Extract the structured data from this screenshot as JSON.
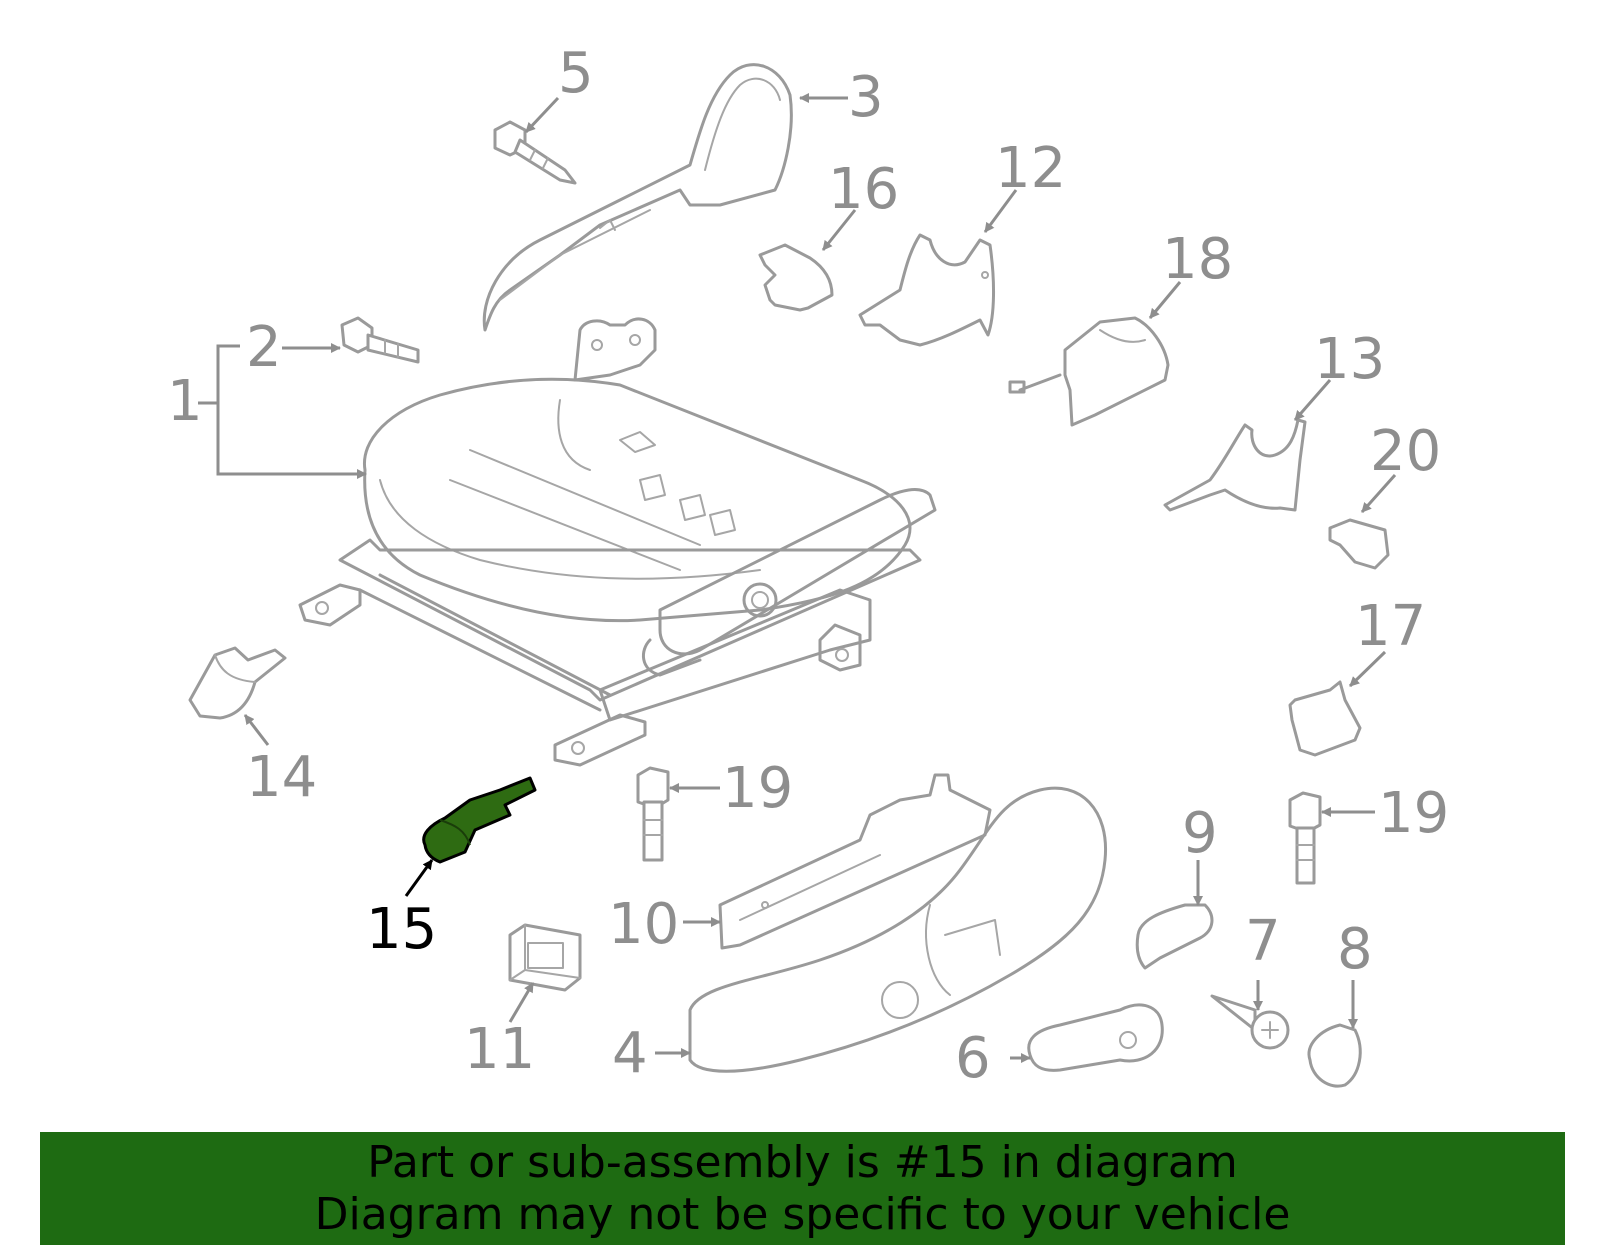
{
  "callouts": {
    "c1": "1",
    "c2": "2",
    "c3": "3",
    "c4": "4",
    "c5": "5",
    "c6": "6",
    "c7": "7",
    "c8": "8",
    "c9": "9",
    "c10": "10",
    "c11": "11",
    "c12": "12",
    "c13": "13",
    "c14": "14",
    "c15": "15",
    "c16": "16",
    "c17": "17",
    "c18": "18",
    "c19a": "19",
    "c19b": "19",
    "c20": "20"
  },
  "highlight": {
    "part_number": "15",
    "color": "#2e6b12"
  },
  "banner": {
    "line1": "Part or sub-assembly is #15 in diagram",
    "line2": "Diagram may not be specific to your vehicle",
    "background": "#1e6b12"
  }
}
